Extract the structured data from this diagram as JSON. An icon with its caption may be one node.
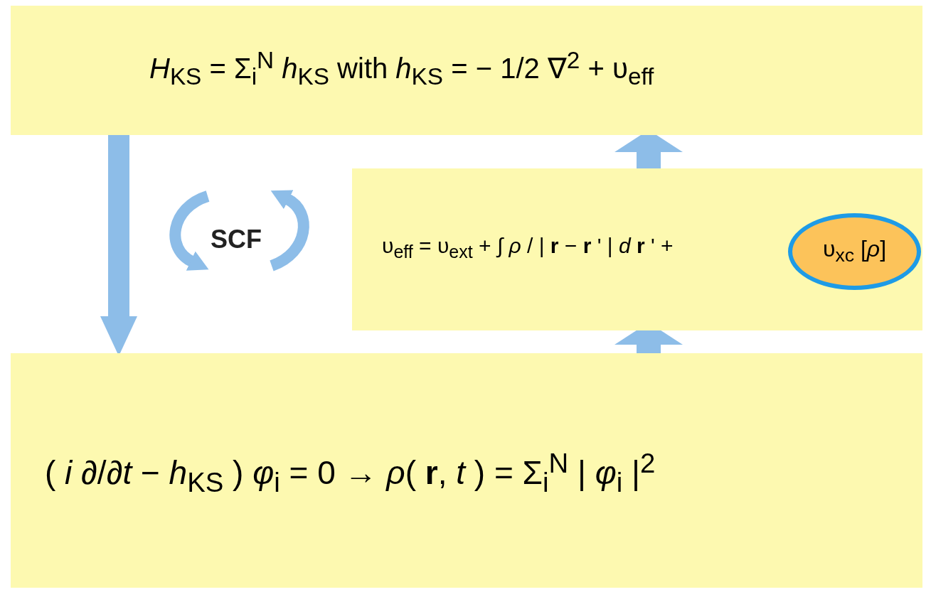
{
  "diagram": {
    "nodes": [
      {
        "text": [
          "*H*$_{KS}$ = Σ$_{i}$$^{N}$ *h*$_{KS}$  with  *h*$_{KS}$ = − 1/2 ∇$^{2}$ + υ$_{eff}$"
        ]
      },
      {
        "text": [
          "υ$_{eff}$ = υ$_{ext}$ + ∫ *ρ* / | **r** − **r** ' | *d* **r** ' +"
        ]
      },
      {
        "text": [
          "υ$_{xc}$ [*ρ*]"
        ],
        "in": 1
      },
      {
        "text": [
          "( *i* ∂/∂*t* − *h*$_{KS}$ ) *φ*$_{i}$ = 0   →   *ρ*( **r**, *t* ) = Σ$_{i}$$^{N}$ | *φ*$_{i}$ |$^{2}$"
        ]
      }
    ],
    "edges": [
      {
        "from": 0,
        "to": 3,
        "arrow": "to"
      },
      {
        "from": 3,
        "to": 1,
        "arrow": "to"
      },
      {
        "from": 1,
        "to": 0,
        "arrow": "to"
      }
    ],
    "labels": [
      "SCF"
    ]
  }
}
